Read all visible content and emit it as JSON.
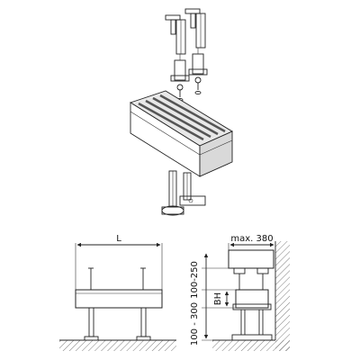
{
  "labels": {
    "length": "L",
    "max_depth": "max. 380",
    "range_upper": "100-250",
    "box_height": "BH",
    "range_lower": "100 - 300"
  }
}
